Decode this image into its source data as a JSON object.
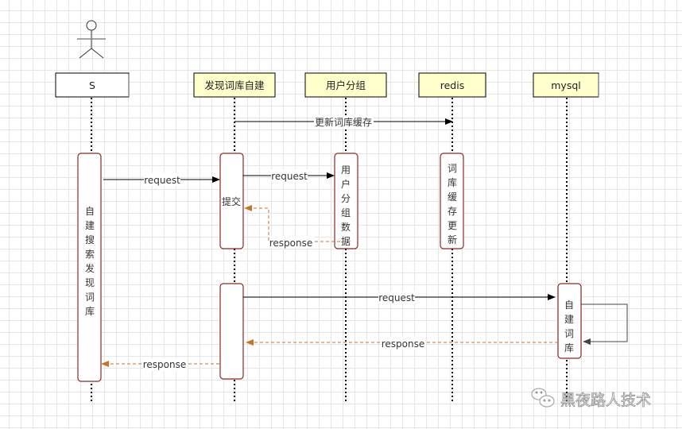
{
  "colors": {
    "participant_fill": "#ffffcc",
    "actor_box_fill": "#ffffff",
    "activation_stroke": "#8b2a22",
    "request_line": "#000000",
    "response_line": "#c8732a",
    "grid": "#e6e6e6"
  },
  "participants": [
    {
      "id": "s",
      "label": "S",
      "type": "actor"
    },
    {
      "id": "discover",
      "label": "发现词库自建",
      "type": "participant"
    },
    {
      "id": "usergroup",
      "label": "用户分组",
      "type": "participant"
    },
    {
      "id": "redis",
      "label": "redis",
      "type": "participant"
    },
    {
      "id": "mysql",
      "label": "mysql",
      "type": "participant"
    }
  ],
  "activations": [
    {
      "id": "s-main",
      "participant": "s",
      "label": "自建搜索发现词库"
    },
    {
      "id": "discover-submit",
      "participant": "discover",
      "label": "提交"
    },
    {
      "id": "usergroup-data",
      "participant": "usergroup",
      "label": "用户分组数据"
    },
    {
      "id": "redis-update",
      "participant": "redis",
      "label": "词库缓存更新"
    },
    {
      "id": "discover-second",
      "participant": "discover",
      "label": ""
    },
    {
      "id": "mysql-build",
      "participant": "mysql",
      "label": "自建词库"
    }
  ],
  "messages": [
    {
      "from": "discover",
      "to": "redis",
      "label": "更新词库缓存",
      "kind": "request"
    },
    {
      "from": "s",
      "to": "discover",
      "label": "request",
      "kind": "request"
    },
    {
      "from": "discover",
      "to": "usergroup",
      "label": "request",
      "kind": "request"
    },
    {
      "from": "usergroup",
      "to": "discover",
      "label": "response",
      "kind": "response"
    },
    {
      "from": "discover",
      "to": "mysql",
      "label": "request",
      "kind": "request"
    },
    {
      "from": "mysql",
      "to": "mysql",
      "label": "",
      "kind": "self"
    },
    {
      "from": "mysql",
      "to": "discover",
      "label": "response",
      "kind": "response"
    },
    {
      "from": "discover",
      "to": "s",
      "label": "response",
      "kind": "response"
    }
  ],
  "watermark": {
    "icon": "wechat-icon",
    "text": "黑夜路人技术"
  }
}
